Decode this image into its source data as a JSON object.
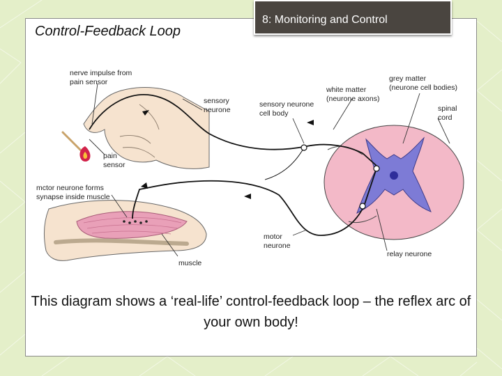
{
  "slide": {
    "title": "Control-Feedback Loop",
    "section_tab": "8: Monitoring and Control",
    "caption": "This diagram shows a ‘real-life’ control-feedback loop – the reflex arc of your own body!"
  },
  "diagram": {
    "labels": {
      "nerve_impulse_1": "nerve impulse from",
      "nerve_impulse_2": "pain sensor",
      "sensory_neurone_1": "sensory",
      "sensory_neurone_2": "neurone",
      "pain_sensor_1": "pain",
      "pain_sensor_2": "sensor",
      "motor_synapse_1": "mctor neurone forms",
      "motor_synapse_2": "synapse inside muscle",
      "cell_body_1": "sensory neurone",
      "cell_body_2": "cell body",
      "white_matter_1": "white matter",
      "white_matter_2": "(neurone axons)",
      "grey_matter_1": "grey matter",
      "grey_matter_2": "(neurone cell bodies)",
      "spinal_cord_1": "spinal",
      "spinal_cord_2": "cord",
      "motor_neurone_1": "motor",
      "motor_neurone_2": "neurone",
      "relay_neurone": "relay neurone",
      "muscle": "muscle"
    }
  },
  "colors": {
    "background": "#e4efc9",
    "tab": "#4a4540",
    "spinal_cord_pink": "#f3b9c8",
    "grey_matter_blue": "#7d7bd6",
    "skin": "#f6e3cf",
    "muscle": "#e9a0b8"
  }
}
